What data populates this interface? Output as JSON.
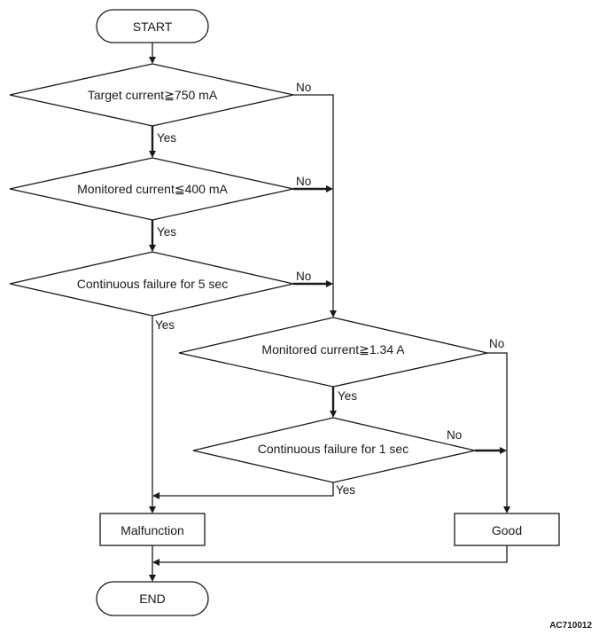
{
  "nodes": {
    "start": "START",
    "end": "END",
    "decision_target_current": "Target current≧750 mA",
    "decision_monitored_low": "Monitored current≦400 mA",
    "decision_failure_5sec": "Continuous failure for 5 sec",
    "decision_monitored_high": "Monitored current≧1.34 A",
    "decision_failure_1sec": "Continuous failure for 1 sec",
    "malfunction": "Malfunction",
    "good": "Good"
  },
  "edges": {
    "yes": "Yes",
    "no": "No"
  },
  "figure_id": "AC710012"
}
